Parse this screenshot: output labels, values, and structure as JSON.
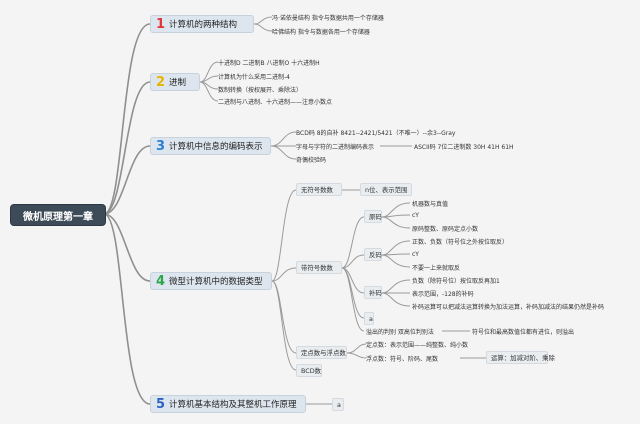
{
  "root": {
    "label": "微机原理第一章"
  },
  "topics": [
    {
      "num": "1",
      "color": "#e0353b",
      "label": "计算机的两种结构",
      "items": [
        "冯·诺依曼结构 指令与数据共用一个存储器",
        "哈佛结构 指令与数据各用一个存储器"
      ]
    },
    {
      "num": "2",
      "color": "#e8b400",
      "label": "进制",
      "items": [
        "十进制D 二进制B 八进制O 十六进制H",
        "计算机为什么采用二进制-4",
        "数制转换（按权展开、乘除法）",
        "二进制与八进制、十六进制——注意小数点"
      ]
    },
    {
      "num": "3",
      "color": "#2a7fd0",
      "label": "计算机中信息的编码表示",
      "items": [
        "BCD码 8的自补 8421--2421/5421（不唯一）--余3--Gray",
        "字母与字符的二进制编码表示",
        "奇偶校验码"
      ],
      "ascii": "ASCII码 7位二进制数 30H 41H 61H"
    },
    {
      "num": "4",
      "color": "#2fa54a",
      "label": "微型计算机中的数据类型",
      "unsigned": {
        "label": "无符号数数",
        "note": "n位、表示范围"
      },
      "signed": {
        "label": "带符号数数",
        "yuan": {
          "label": "原码",
          "items": [
            "机器数与真值",
            "cY",
            "原码整数、原码定点小数"
          ]
        },
        "fan": {
          "label": "反码",
          "items": [
            "正数、负数（符号位之外按位取反）",
            "cY",
            "不要一上来就取反"
          ]
        },
        "bu": {
          "label": "补码",
          "items": [
            "负数（除符号位）按位取反再加1",
            "表示范围，-128的补码",
            "补码运算可以把减法运算转换为加法运算，补码加减法的结果仍然是补码"
          ]
        },
        "a": "a",
        "overflow": {
          "label": "溢出的判别 双高位判别法",
          "note": "符号位和最高数值位都有进位，则溢出"
        }
      },
      "fixfloat": {
        "label": "定点数与浮点数",
        "fixed": "定点数：表示范围——纯整数、纯小数",
        "float": "浮点数：符号、阶码、尾数",
        "calc": "运算：加减对阶、乘除"
      },
      "bcd": "BCD数"
    },
    {
      "num": "5",
      "color": "#2a63c6",
      "label": "计算机基本结构及其整机工作原理",
      "leaf": "a"
    }
  ]
}
